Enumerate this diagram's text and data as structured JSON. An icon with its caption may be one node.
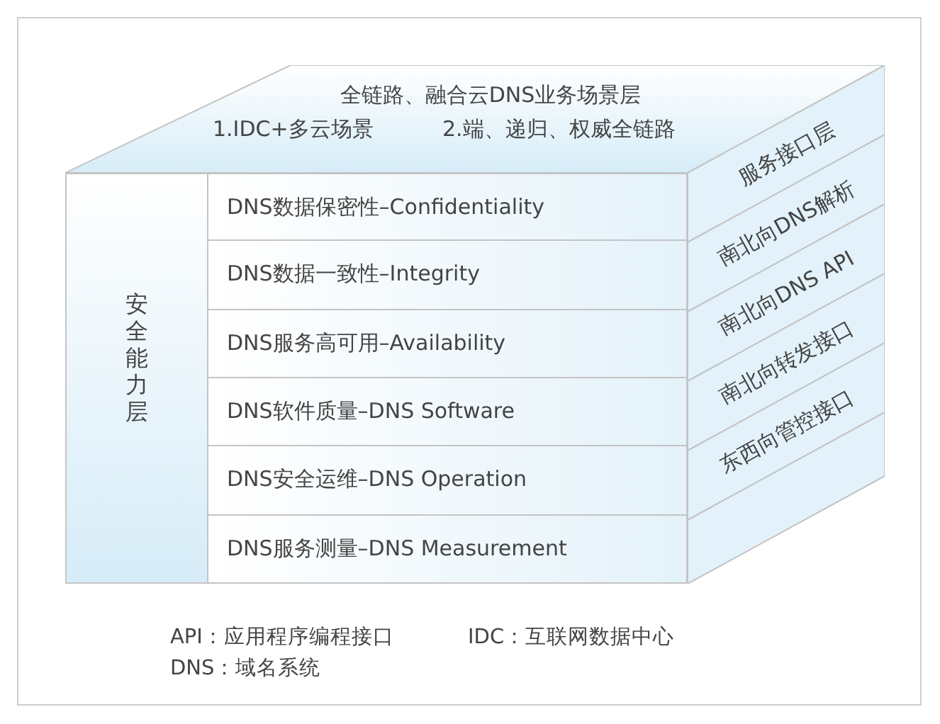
{
  "diagram": {
    "nodes": [
      {
        "text": [
          "全链路、融合云DNS业务场景层",
          "1.IDC+多云场景",
          "2.端、递归、权威全链路"
        ]
      },
      {
        "text": [
          "安全能力层"
        ]
      },
      {
        "text": [
          "DNS数据保密性–Confidentiality"
        ]
      },
      {
        "text": [
          "DNS数据一致性–Integrity"
        ]
      },
      {
        "text": [
          "DNS服务高可用–Availability"
        ]
      },
      {
        "text": [
          "DNS软件质量–DNS Software"
        ]
      },
      {
        "text": [
          "DNS安全运维–DNS Operation"
        ]
      },
      {
        "text": [
          "DNS服务测量–DNS Measurement"
        ]
      },
      {
        "text": [
          "服务接口层"
        ]
      },
      {
        "text": [
          "南北向DNS解析"
        ]
      },
      {
        "text": [
          "南北向DNS API"
        ]
      },
      {
        "text": [
          "南北向转发接口"
        ]
      },
      {
        "text": [
          "东西向管控接口"
        ]
      },
      {
        "text": [],
        "shape": "box"
      }
    ],
    "labels": [
      "API：应用程序编程接口",
      "IDC：互联网数据中心",
      "DNS：域名系统"
    ]
  }
}
